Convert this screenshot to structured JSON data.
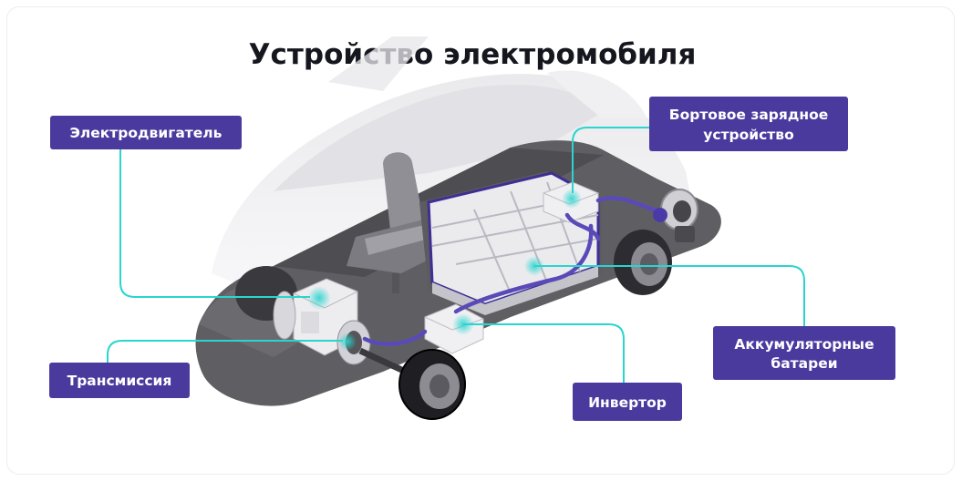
{
  "title": "Устройство электромобиля",
  "labels": {
    "motor": "Электродвигатель",
    "charger_line1": "Бортовое зарядное",
    "charger_line2": "устройство",
    "battery_line1": "Аккумуляторные",
    "battery_line2": "батареи",
    "transmission": "Трансмиссия",
    "inverter": "Инвертор"
  },
  "colors": {
    "badge": "#4b3a9e",
    "leader": "#2ad5cf",
    "cable": "#5a4ab8",
    "chassis": "#5f5f63",
    "battery": "#e9e9ec",
    "battery_outline": "#3d2f94"
  }
}
